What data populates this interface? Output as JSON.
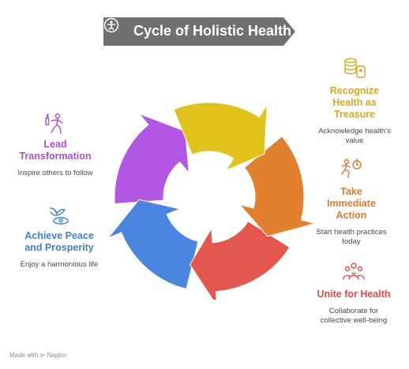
{
  "title": "Cycle of Holistic Health",
  "footer": "Made with ⊳ Napkin",
  "colors": {
    "banner": "#707070",
    "recognize": "#E0C21A",
    "act": "#E3802E",
    "unite": "#E4574F",
    "peace": "#4A86E0",
    "transform": "#B257E3"
  },
  "steps": [
    {
      "label": "Recognize Health as Treasure",
      "description": "Acknowledge health's value",
      "icon": "coins-jar-icon",
      "color": "#D6A91E"
    },
    {
      "label": "Take Immediate Action",
      "description": "Start health practices today",
      "icon": "runner-stopwatch-icon",
      "color": "#E07A2F"
    },
    {
      "label": "Unite for Health",
      "description": "Collaborate for collective well-being",
      "icon": "people-group-icon",
      "color": "#E24B47"
    },
    {
      "label": "Achieve Peace and Prosperity",
      "description": "Enjoy a harmonious life",
      "icon": "dove-eye-icon",
      "color": "#3F7FDB"
    },
    {
      "label": "Lead Transformation",
      "description": "Inspire others to follow",
      "icon": "person-torch-icon",
      "color": "#A94FDB"
    }
  ]
}
